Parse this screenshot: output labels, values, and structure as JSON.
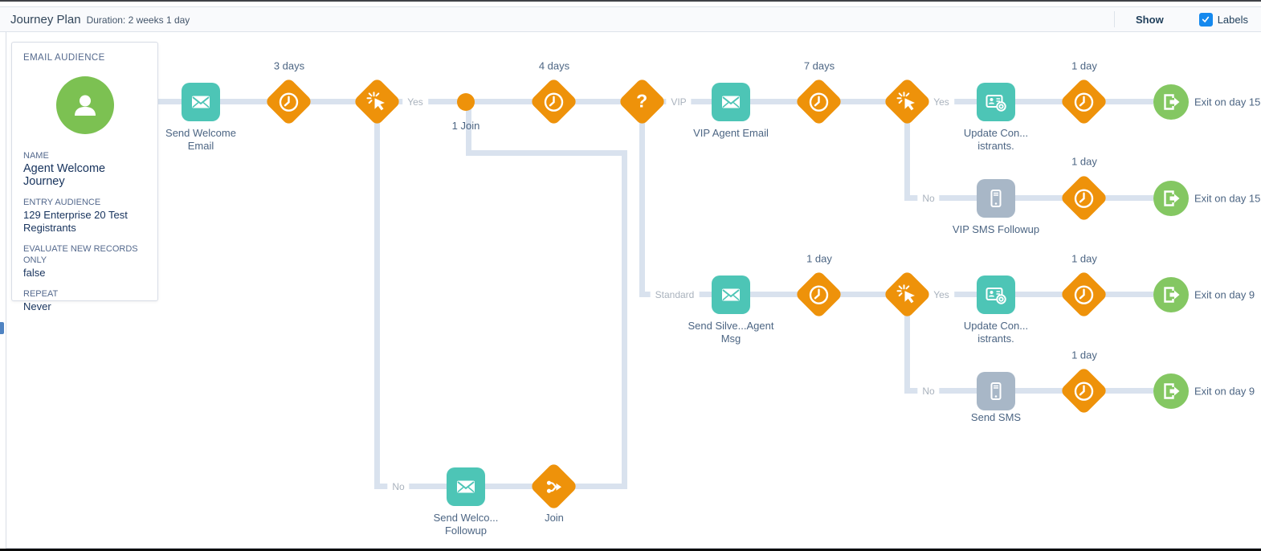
{
  "header": {
    "title": "Journey Plan",
    "duration": "Duration: 2 weeks 1 day",
    "show_label": "Show",
    "labels_label": "Labels",
    "labels_checked": true
  },
  "audience_card": {
    "type": "EMAIL AUDIENCE",
    "fields": [
      {
        "label": "NAME",
        "value": "Agent Welcome Journey"
      },
      {
        "label": "ENTRY AUDIENCE",
        "value": "129 Enterprise 20 Test Registrants"
      },
      {
        "label": "EVALUATE NEW RECORDS ONLY",
        "value": "false"
      },
      {
        "label": "REPEAT",
        "value": "Never"
      }
    ]
  },
  "flow": {
    "branch": {
      "yes": "Yes",
      "no": "No",
      "vip": "VIP",
      "standard": "Standard"
    },
    "waits": {
      "three_days": "3 days",
      "four_days": "4 days",
      "seven_days": "7 days",
      "one_day": "1 day"
    },
    "exits": {
      "day15": "Exit on day 15",
      "day9": "Exit on day 9"
    },
    "nodes": {
      "send_welcome": {
        "lines": [
          "Send Welcome",
          "Email"
        ]
      },
      "join_point": {
        "label": "1 Join"
      },
      "vip_agent_email": {
        "lines": [
          "VIP Agent Email"
        ]
      },
      "update_registrants": {
        "lines": [
          "Update Con...",
          "istrants."
        ]
      },
      "vip_sms_followup": {
        "lines": [
          "VIP SMS Followup"
        ]
      },
      "send_silver_agent": {
        "lines": [
          "Send Silve...Agent",
          "Msg"
        ]
      },
      "send_sms": {
        "lines": [
          "Send SMS"
        ]
      },
      "send_welcome_followup": {
        "lines": [
          "Send Welco...",
          "Followup"
        ]
      },
      "join": {
        "label": "Join"
      }
    }
  },
  "colors": {
    "activity_orange": "#EE920A",
    "email_teal": "#4DC5B6",
    "sms_gray": "#A8B7C7",
    "exit_green": "#84C762",
    "audience_green": "#7CC152",
    "connector": "#D9E2EE",
    "checkbox_blue": "#1589EE"
  }
}
